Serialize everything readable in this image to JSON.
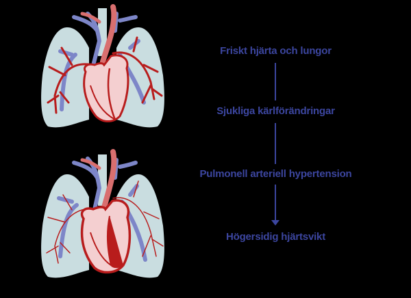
{
  "diagram": {
    "type": "flow",
    "direction": "top-to-bottom",
    "steps": [
      {
        "label": "Friskt hjärta och lungor"
      },
      {
        "label": "Sjukliga kärlförändringar"
      },
      {
        "label": "Pulmonell arteriell hypertension"
      },
      {
        "label": "Högersidig hjärtsvikt"
      }
    ],
    "illustrations": [
      {
        "name": "healthy-heart-lungs",
        "description": "heart and lungs, normal"
      },
      {
        "name": "diseased-heart-lungs",
        "description": "heart and lungs, thin vessels, enlarged right ventricle"
      }
    ]
  },
  "colors": {
    "text": "#3c46a0",
    "lung": "#c9dde0",
    "vein": "#7d86c8",
    "artery": "#b81c1c",
    "aorta": "#d96f6f",
    "heart": "#f4cfd0",
    "background": "#000000"
  }
}
